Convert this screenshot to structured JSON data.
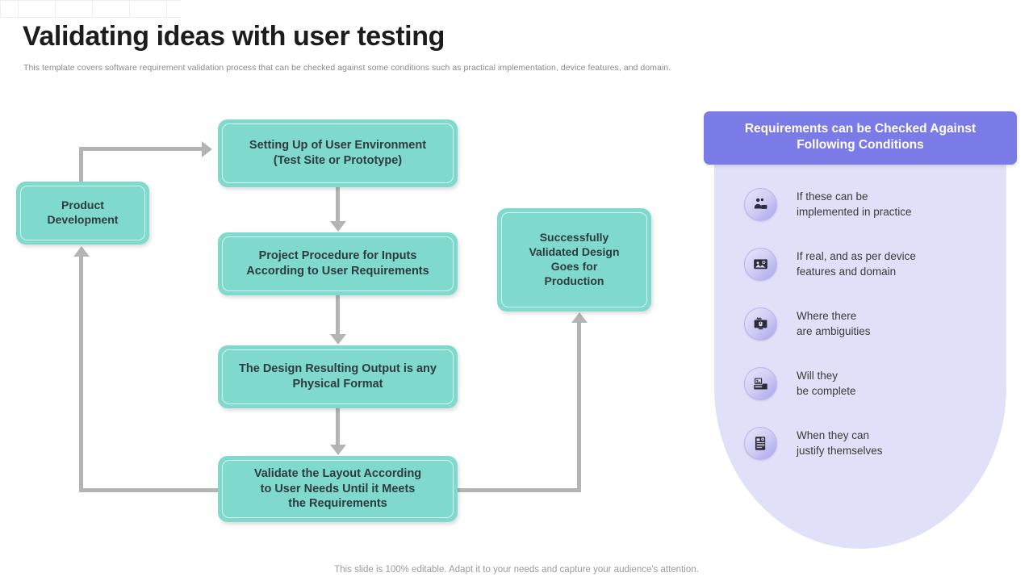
{
  "header": {
    "title": "Validating ideas with user testing",
    "subtitle": "This template  covers software requirement validation process that can be checked against some conditions such as practical implementation,  device features, and domain."
  },
  "colors": {
    "node_fill": "#7fd9cc",
    "node_text": "#2e3b40",
    "connector": "#b4b4b4",
    "panel_header_bg": "#7b7be8",
    "panel_body_bg": "#e1e0f9",
    "badge_accent": "#a8a4ee"
  },
  "flow": {
    "nodes": [
      {
        "id": "product-development",
        "label": "Product\nDevelopment"
      },
      {
        "id": "setup",
        "label": "Setting Up of User Environment\n(Test Site or Prototype)"
      },
      {
        "id": "procedure",
        "label": "Project Procedure for Inputs\nAccording to User Requirements"
      },
      {
        "id": "design-output",
        "label": "The Design Resulting Output is any\nPhysical Format"
      },
      {
        "id": "validate",
        "label": "Validate the Layout According\nto User Needs Until it Meets\nthe Requirements"
      },
      {
        "id": "production",
        "label": "Successfully\nValidated Design\nGoes for\nProduction"
      }
    ]
  },
  "panel": {
    "title": "Requirements can be Checked Against\nFollowing Conditions",
    "conditions": [
      {
        "icon": "users-presentation-icon",
        "text": "If these can be\nimplemented in practice"
      },
      {
        "icon": "device-screen-icon",
        "text": "If real, and as per device\nfeatures and domain"
      },
      {
        "icon": "monitor-alert-icon",
        "text": "Where there\nare ambiguities"
      },
      {
        "icon": "clipboard-stack-icon",
        "text": "Will they\nbe complete"
      },
      {
        "icon": "document-list-icon",
        "text": "When they can\n justify themselves"
      }
    ]
  },
  "footer": {
    "note": "This slide is 100% editable. Adapt it to your needs and capture your audience's attention."
  }
}
